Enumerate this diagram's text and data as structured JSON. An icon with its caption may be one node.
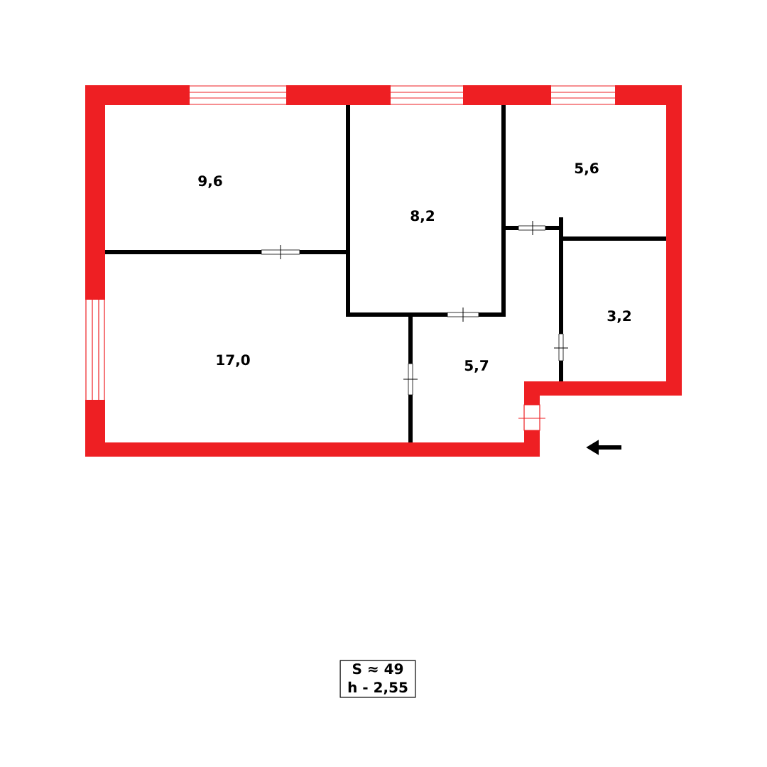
{
  "diagram": {
    "nodes": [
      {
        "text": [
          "S ≈ 49",
          "h - 2,55"
        ]
      }
    ],
    "edges": [],
    "labels": [
      "9,6",
      "8,2",
      "5,6",
      "3,2",
      "17,0",
      "5,7"
    ]
  }
}
